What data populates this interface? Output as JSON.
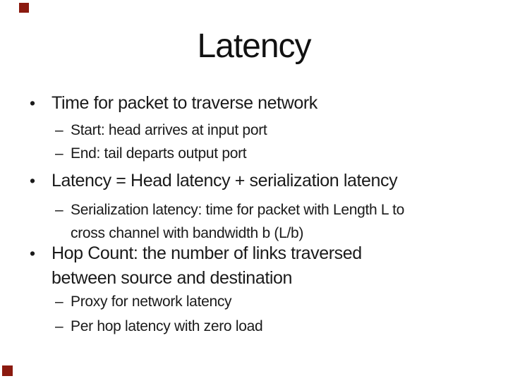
{
  "slide": {
    "title": "Latency",
    "background_color": "#ffffff",
    "text_color": "#1a1a1a",
    "decoration_color": "#8b1a0f",
    "bullet_char": "•",
    "dash_char": "–",
    "bullets": [
      {
        "level": 1,
        "lines": [
          "Time for packet to traverse network"
        ]
      },
      {
        "level": 2,
        "lines": [
          "Start: head arrives at input port"
        ]
      },
      {
        "level": 2,
        "lines": [
          "End: tail departs output port"
        ]
      },
      {
        "level": 1,
        "lines": [
          "Latency = Head latency + serialization latency"
        ]
      },
      {
        "level": 2,
        "lines": [
          "Serialization latency: time for packet with Length L to",
          "cross channel with bandwidth b (L/b)"
        ]
      },
      {
        "level": 1,
        "lines": [
          "Hop Count: the number of links traversed",
          "between source and destination"
        ]
      },
      {
        "level": 2,
        "lines": [
          "Proxy for network latency"
        ]
      },
      {
        "level": 2,
        "lines": [
          "Per hop latency with zero load"
        ]
      }
    ]
  }
}
